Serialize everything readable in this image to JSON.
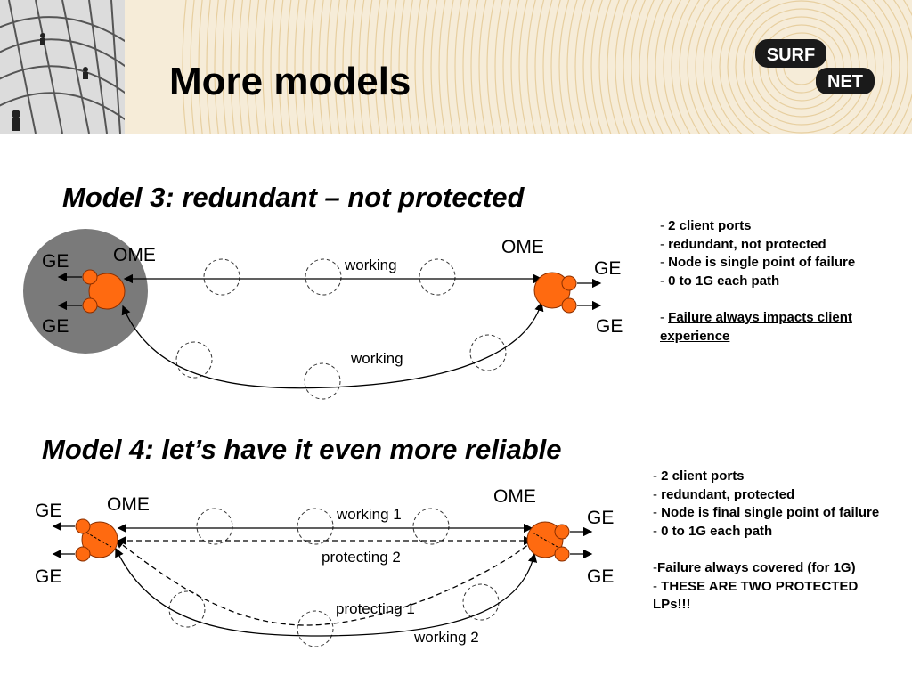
{
  "slide": {
    "title": "More models",
    "logo": {
      "line1": "SURF",
      "line2": "NET",
      "color": "#1a1a1a"
    }
  },
  "colors": {
    "node": "#ff6a10",
    "node_stroke": "#8a2f00",
    "highlight": "#7a7a7a",
    "header_bg": "#f6ecd8"
  },
  "model3": {
    "heading": "Model 3: redundant – not protected",
    "labels": {
      "ome_left": "OME",
      "ome_right": "OME",
      "ge_tl": "GE",
      "ge_bl": "GE",
      "ge_tr": "GE",
      "ge_br": "GE",
      "path_top": "working",
      "path_bottom": "working"
    },
    "notes": [
      {
        "prefix": "- ",
        "text": "2 client ports"
      },
      {
        "prefix": "- ",
        "text": "redundant, not protected"
      },
      {
        "prefix": "- ",
        "text": "Node is single point of failure"
      },
      {
        "prefix": "- ",
        "text": "0 to 1G each path"
      },
      {
        "prefix": "- ",
        "text": " Failure always impacts client experience",
        "underline": true,
        "gap_before": true
      }
    ]
  },
  "model4": {
    "heading": "Model 4: let’s have it even more reliable",
    "labels": {
      "ome_left": "OME",
      "ome_right": "OME",
      "ge_tl": "GE",
      "ge_bl": "GE",
      "ge_tr": "GE",
      "ge_br": "GE",
      "working1": "working 1",
      "protecting2": "protecting 2",
      "protecting1": "protecting 1",
      "working2": "working 2"
    },
    "notes": [
      {
        "prefix": "- ",
        "text": "2 client ports"
      },
      {
        "prefix": "- ",
        "text": "redundant, protected"
      },
      {
        "prefix": "- ",
        "text": "Node is final single point of failure"
      },
      {
        "prefix": "- ",
        "text": "0 to 1G each path"
      },
      {
        "prefix": "-",
        "text": "Failure always covered (for 1G)",
        "gap_before": true
      },
      {
        "prefix": "- ",
        "text": "THESE ARE TWO PROTECTED LPs!!!"
      }
    ]
  }
}
